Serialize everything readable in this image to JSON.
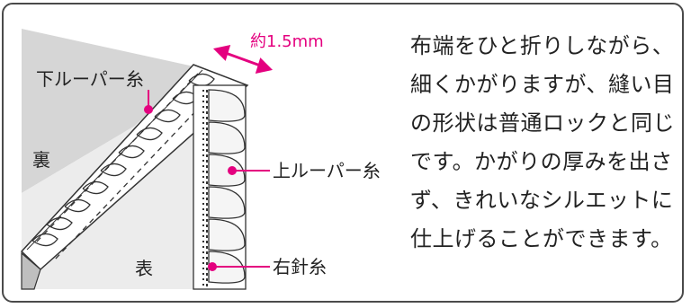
{
  "labels": {
    "width": "約1.5mm",
    "lower_looper": "下ルーパー糸",
    "back": "裏",
    "front": "表",
    "upper_looper": "上ルーパー糸",
    "right_needle": "右針糸"
  },
  "description": [
    "布端をひと折りしながら、",
    "細くかがりますが、縫い目",
    "の形状は普通ロックと同じ",
    "です。かがりの厚みを出さ",
    "ず、きれいなシルエットに",
    "仕上げることができます。"
  ],
  "colors": {
    "accent": "#e4007f",
    "fabric_back": "#d9d9d9",
    "fabric_front": "#ececec",
    "border": "#4a4a4a"
  }
}
